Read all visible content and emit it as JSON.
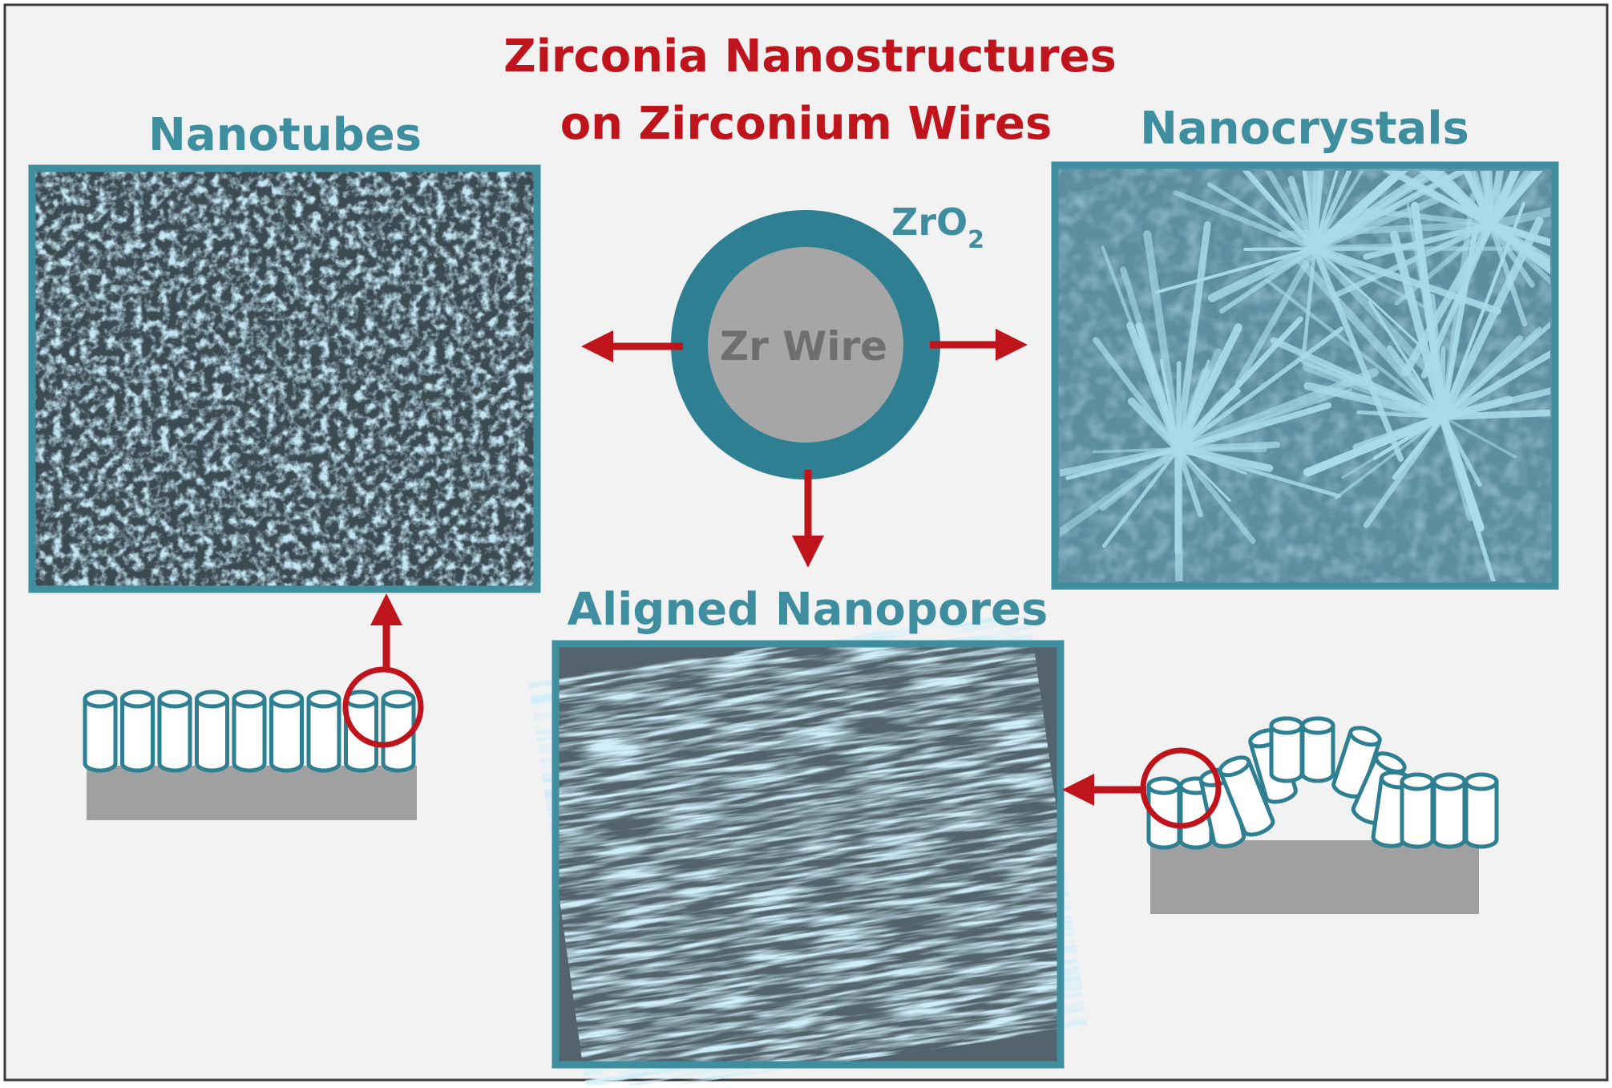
{
  "title": {
    "line1": "Zirconia Nanostructures",
    "line2": "on Zirconium Wires"
  },
  "labels": {
    "nanotubes": "Nanotubes",
    "nanocrystals": "Nanocrystals",
    "aligned_nanopores": "Aligned Nanopores",
    "core": "Zr Wire",
    "shell_formula": "ZrO",
    "shell_subscript": "2"
  },
  "colors": {
    "title_red": "#c0141c",
    "teal": "#3f8ea0",
    "teal_dark": "#2e7f92",
    "core_gray": "#a6a6a6",
    "core_text": "#6f6f6f",
    "substrate_gray": "#a0a0a0",
    "panel_background": "#f2f2f2",
    "arrow_red": "#c0141c"
  }
}
